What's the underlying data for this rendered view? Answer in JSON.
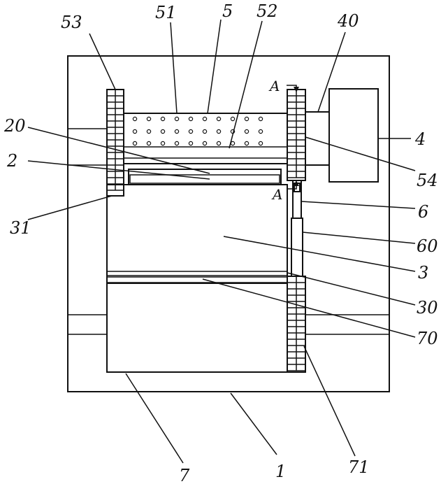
{
  "labels": {
    "l53": "53",
    "l51": "51",
    "l5": "5",
    "l52": "52",
    "l40": "40",
    "l4": "4",
    "l54": "54",
    "l6": "6",
    "l60": "60",
    "l3": "3",
    "l30": "30",
    "l70": "70",
    "l71": "71",
    "l1": "1",
    "l7": "7",
    "l31": "31",
    "l2": "2",
    "l20": "20",
    "lA1": "A",
    "lA2": "A"
  }
}
